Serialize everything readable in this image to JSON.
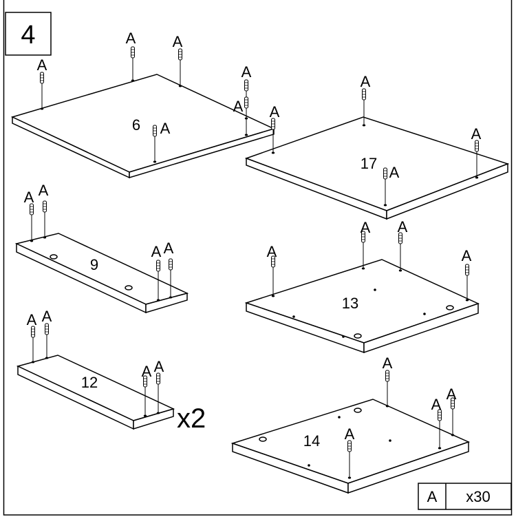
{
  "step_number": "4",
  "panels": [
    {
      "id": "6",
      "label": "6"
    },
    {
      "id": "17",
      "label": "17"
    },
    {
      "id": "9",
      "label": "9"
    },
    {
      "id": "13",
      "label": "13"
    },
    {
      "id": "12",
      "label": "12"
    },
    {
      "id": "14",
      "label": "14"
    }
  ],
  "multiplier": "x2",
  "dowel_letter": "A",
  "legend": {
    "part": "A",
    "quantity": "x30"
  }
}
